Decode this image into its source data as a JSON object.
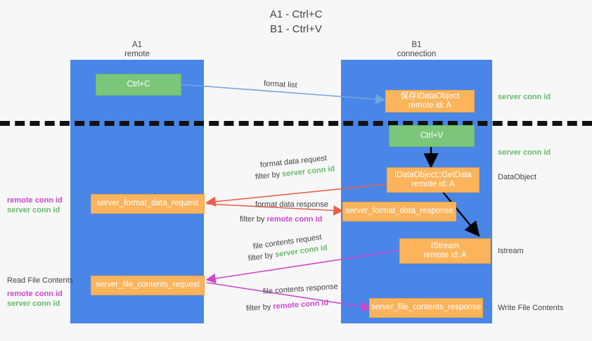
{
  "title": {
    "line1": "A1 - Ctrl+C",
    "line2": "B1 - Ctrl+V"
  },
  "lanes": [
    {
      "name": "A1",
      "sub": "remote"
    },
    {
      "name": "B1",
      "sub": "connection"
    }
  ],
  "boxes": {
    "ctrl_c": "Ctrl+C",
    "ctrl_v": "Ctrl+V",
    "save_idataobject_l1": "保存IDataObject",
    "save_idataobject_l2": "remote id: A",
    "getdata_l1": "IDataObject::GetData",
    "getdata_l2": "remote id: A",
    "istream_l1": "IStream",
    "istream_l2": "remote id: A",
    "server_format_data_request": "server_format_data_request",
    "server_format_data_response": "server_format_data_response",
    "server_file_contents_request": "server_file_contents_request",
    "server_file_contents_response": "server_file_contents_response"
  },
  "arrow_labels": {
    "format_list": "format list",
    "format_data_request": "format data request",
    "format_data_request_filter_prefix": "filter by ",
    "format_data_request_filter_value": "server conn id",
    "format_data_response": "format data response",
    "format_data_response_filter_prefix": "filter by ",
    "format_data_response_filter_value": "remote conn id",
    "file_contents_request": "file contents request",
    "file_contents_request_filter_prefix": "filter by ",
    "file_contents_request_filter_value": "server conn id",
    "file_contents_response": "file contents response",
    "file_contents_response_filter_prefix": "filter by ",
    "file_contents_response_filter_value": "remote conn id"
  },
  "side_labels": {
    "right_server_conn_id_top": "server conn id",
    "right_server_conn_id_mid": "server conn id",
    "right_dataobject": "DataObject",
    "right_istream": "Istream",
    "right_write_file_contents": "Write File Contents",
    "left_remote_conn_id_1": "remote conn id",
    "left_server_conn_id_1": "server conn id",
    "left_read_file_contents": "Read File Contents",
    "left_remote_conn_id_2": "remote conn id",
    "left_server_conn_id_2": "server conn id"
  },
  "colors": {
    "lane": "#4a86e8",
    "orange": "#fbb45c",
    "green_box": "#7cc67c",
    "green_text": "#67bb6a",
    "magenta_text": "#cc49cc",
    "arrow_blue": "#6fa8dc",
    "arrow_red": "#e8604c",
    "arrow_magenta": "#cc49cc",
    "arrow_black": "#000000",
    "background": "#f7f7f7"
  }
}
